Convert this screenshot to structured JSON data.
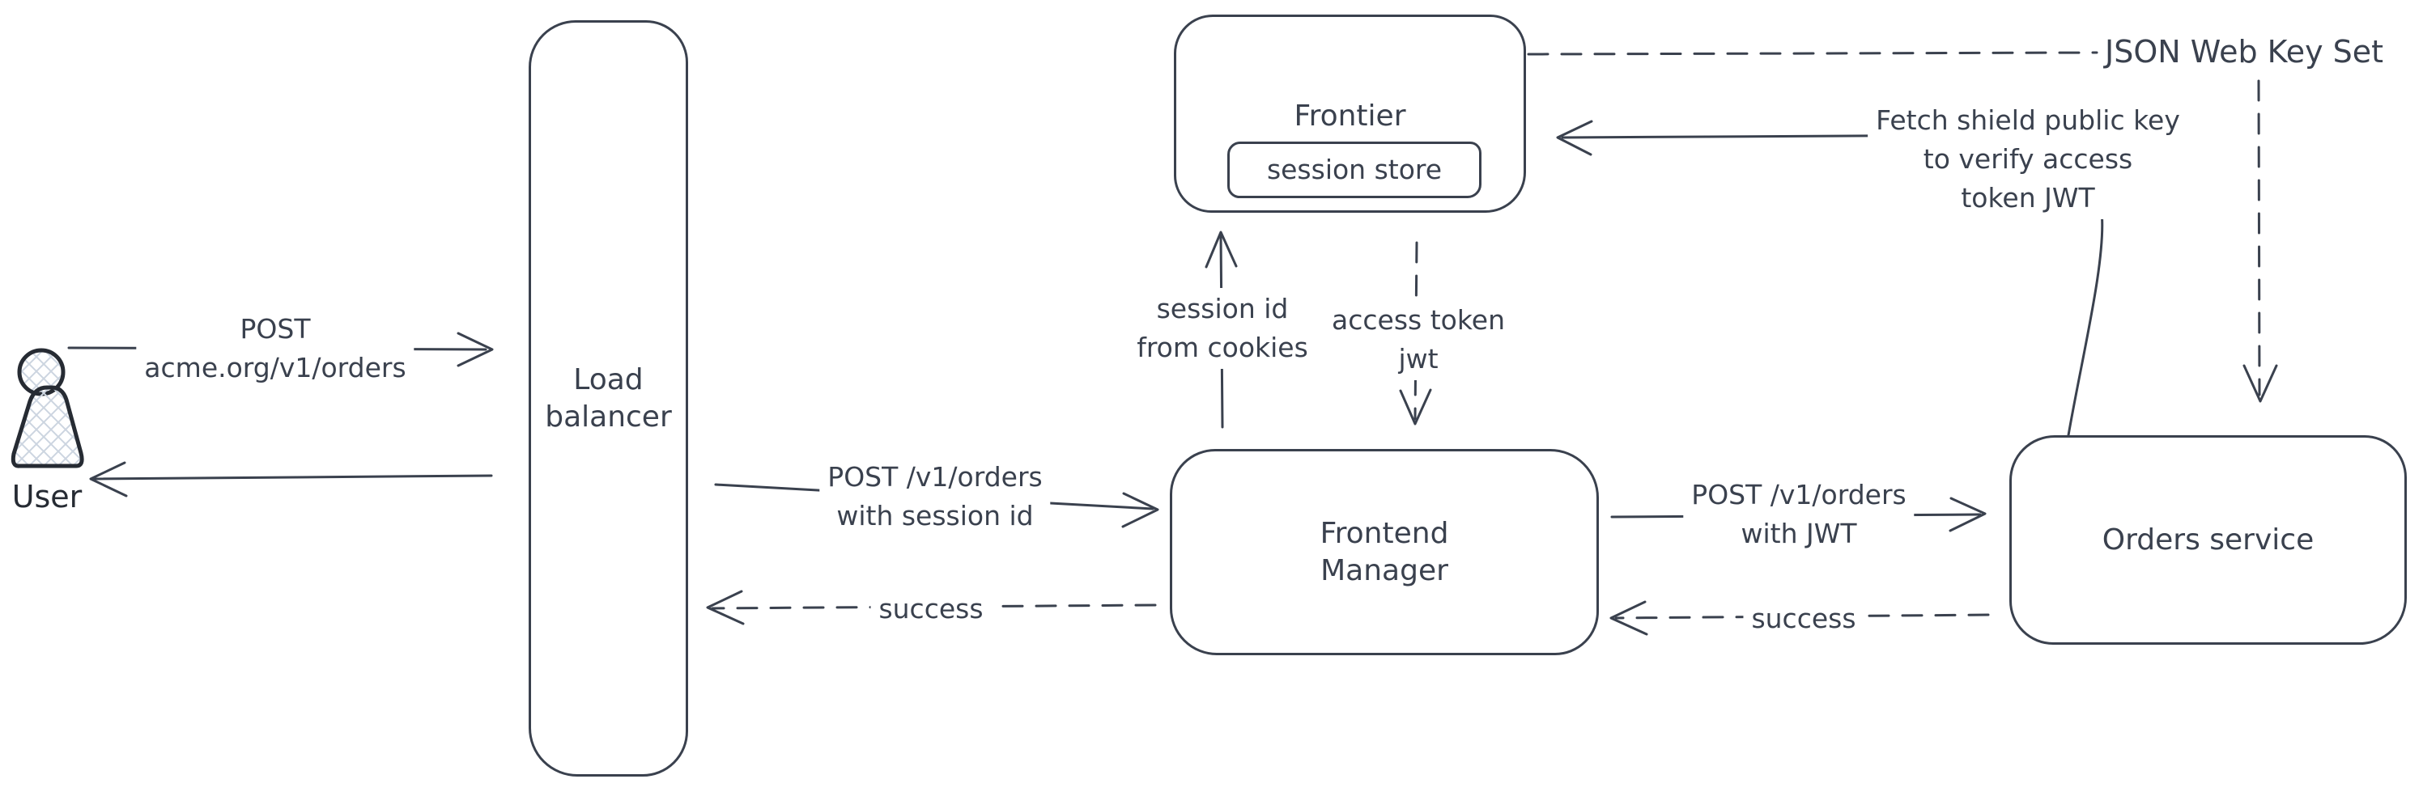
{
  "colors": {
    "ink": "#3a414e",
    "user_ink": "#262b33",
    "hatch": "#ccd5e0",
    "background": "#ffffff"
  },
  "nodes": {
    "user": {
      "label": "User"
    },
    "load_balancer": {
      "label": "Load\nbalancer"
    },
    "frontier": {
      "label": "Frontier",
      "session_store": "session store"
    },
    "frontend_manager": {
      "label": "Frontend\nManager"
    },
    "orders_service": {
      "label": "Orders service"
    }
  },
  "edges": {
    "user_to_load_balancer": {
      "label": "POST\nacme.org/v1/orders",
      "line": "solid"
    },
    "load_balancer_to_user": {
      "label": "",
      "line": "solid"
    },
    "load_balancer_to_frontend_manager": {
      "label": "POST /v1/orders\nwith session id",
      "line": "solid"
    },
    "frontend_manager_to_load_balancer": {
      "label": "success",
      "line": "dashed"
    },
    "frontend_manager_to_frontier": {
      "label": "session id\nfrom cookies",
      "line": "solid"
    },
    "frontier_to_frontend_manager": {
      "label": "access token\njwt",
      "line": "dashed"
    },
    "frontend_manager_to_orders_service": {
      "label": "POST /v1/orders\nwith JWT",
      "line": "solid"
    },
    "orders_service_to_frontend_manager": {
      "label": "success",
      "line": "dashed"
    },
    "orders_service_to_frontier": {
      "label": "Fetch shield public key\nto verify access\ntoken JWT",
      "line": "solid"
    },
    "frontier_to_jwks": {
      "label": "JSON Web Key Set",
      "line": "dashed"
    }
  }
}
